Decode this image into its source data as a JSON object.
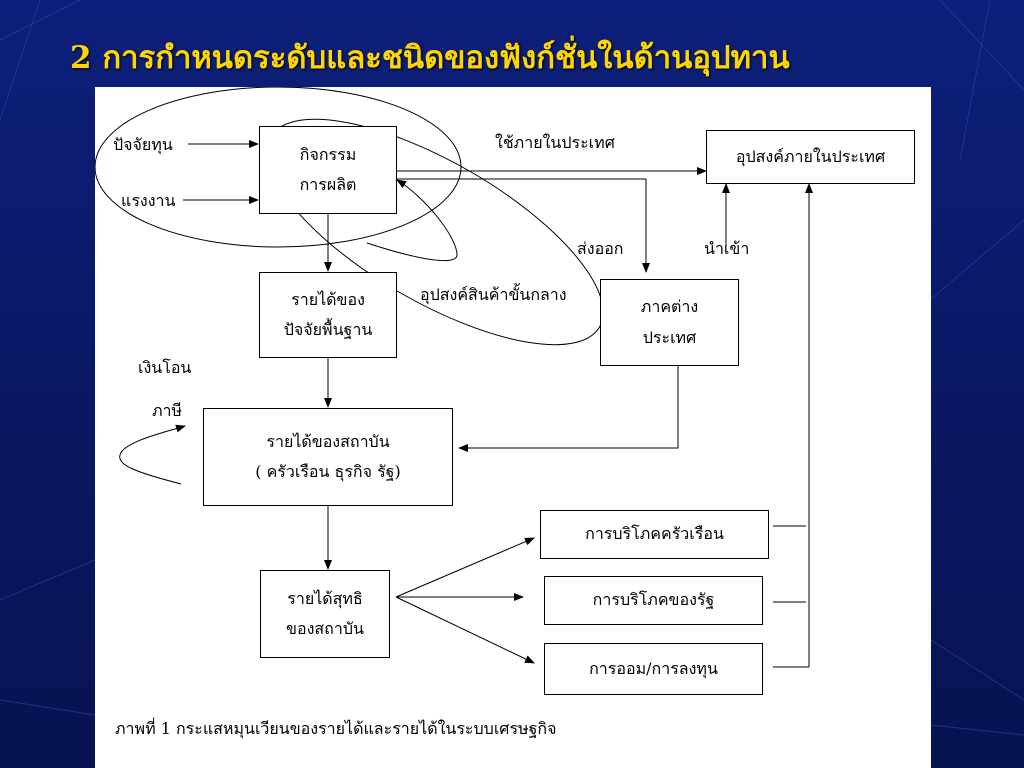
{
  "title": "2 การกำหนดระดับและชนิดของฟังก์ชั่นในด้านอุปทาน",
  "boxes": {
    "production": {
      "line1": "กิจกรรม",
      "line2": "การผลิต"
    },
    "domestic_demand": "อุปสงค์ภายในประเทศ",
    "factor_income": {
      "line1": "รายได้ของ",
      "line2": "ปัจจัยพื้นฐาน"
    },
    "foreign": {
      "line1": "ภาคต่าง",
      "line2": "ประเทศ"
    },
    "institution_income": {
      "line1": "รายได้ของสถาบัน",
      "line2": "( ครัวเรือน ธุรกิจ รัฐ)"
    },
    "net_income": {
      "line1": "รายได้สุทธิ",
      "line2": "ของสถาบัน"
    },
    "household_consumption": "การบริโภคครัวเรือน",
    "government_consumption": "การบริโภคของรัฐ",
    "saving_investment": "การออม/การลงทุน"
  },
  "labels": {
    "capital": "ปัจจัยทุน",
    "labor": "แรงงาน",
    "domestic_use": "ใช้ภายในประเทศ",
    "export": "ส่งออก",
    "import": "นำเข้า",
    "intermediate_demand": "อุปสงค์สินค้าขั้นกลาง",
    "transfer": "เงินโอน",
    "tax": "ภาษี"
  },
  "caption": "ภาพที่ 1  กระแสหมุนเวียนของรายได้และรายได้ในระบบเศรษฐกิจ"
}
